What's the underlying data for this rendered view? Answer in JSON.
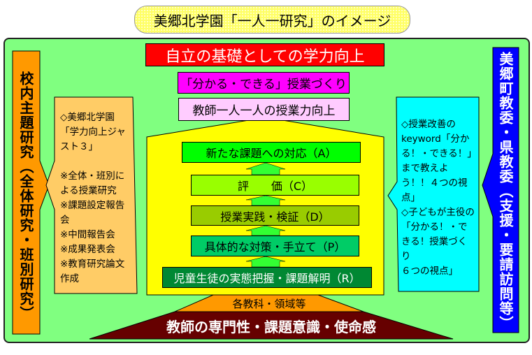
{
  "title": "美郷北学園「一人一研究」のイメージ",
  "left_bar": "校内主題研究（全体研究・班別研究）",
  "right_bar": "美郷町教委・県教委（支援・要請訪問等）",
  "left_callout": "◇美郷北学園\n「学力向上ジャスト３」\n\n※全体・班別による授業研究\n※課題設定報告会\n※中間報告会\n※成果発表会\n※教育研究論文作成",
  "right_callout": "◇授業改善のkeyword「分かる！・できる！」まで教えよう！！４つの視点」\n◇子どもが主役の「分かる！・できる！授業づくり\n６つの視点」",
  "goal": "自立の基礎としての学力向上",
  "lesson_making": "「分かる・できる」授業づくり",
  "teacher_skill": "教師一人一人の授業力向上",
  "cycle": {
    "a": "新たな課題への対応（A）",
    "c": "評　　価（C）",
    "d": "授業実践・検証（D）",
    "p": "具体的な対策・手立て（P）",
    "r": "児童生徒の実態把握・課題解明（R）"
  },
  "subjects": "各教科・領域等",
  "foundation": "教師の専門性・課題意識・使命感"
}
